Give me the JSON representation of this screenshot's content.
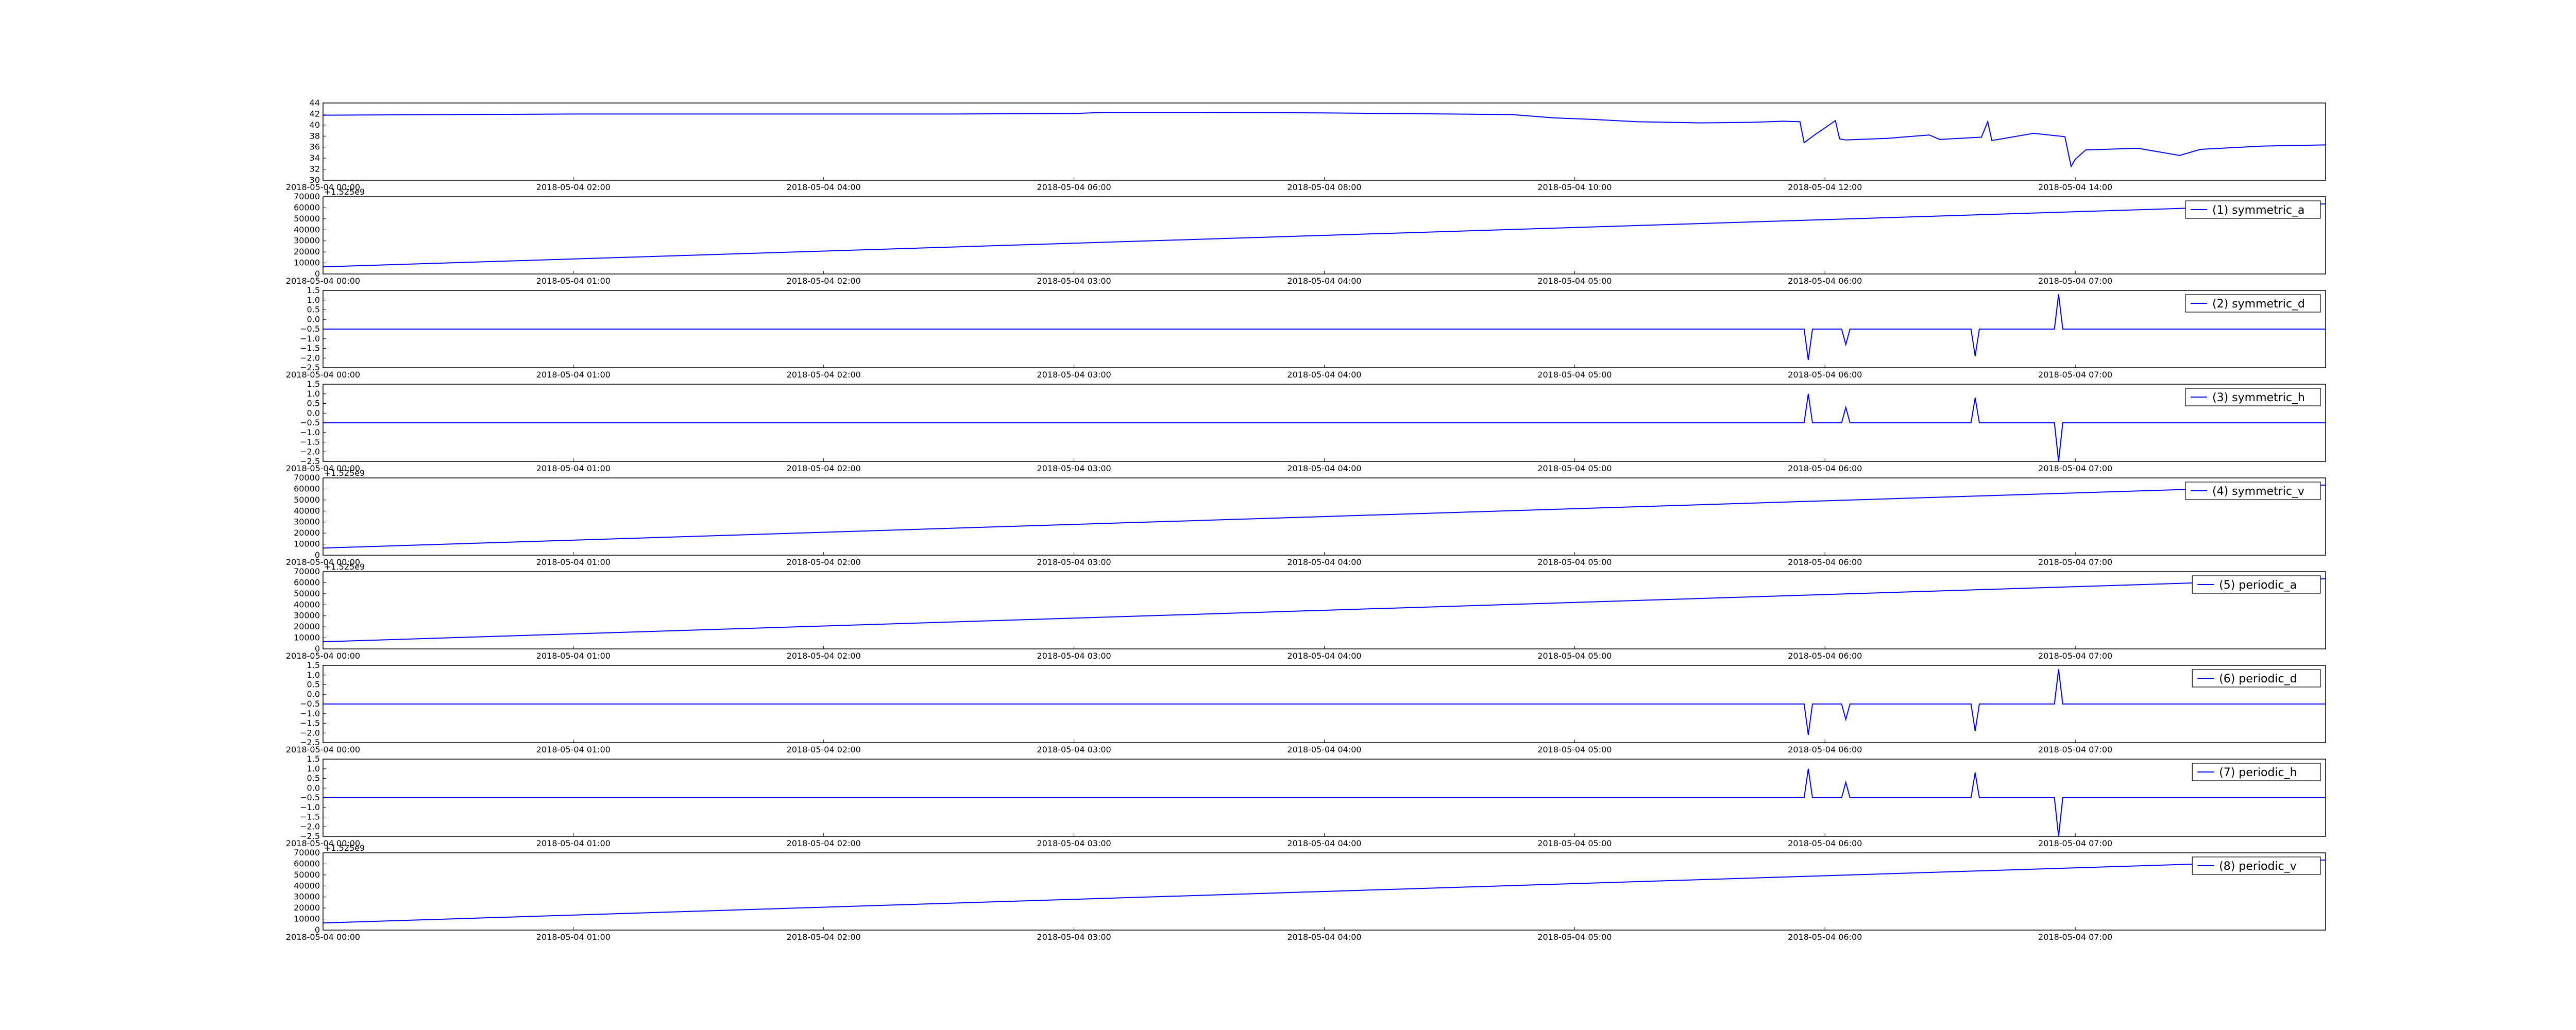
{
  "figure": {
    "background": "#ffffff",
    "line_color": "#0000ff"
  },
  "chart_data": [
    {
      "type": "line",
      "title": "",
      "xlabel": "",
      "ylabel": "",
      "x_ticks": [
        "2018-05-04 00:00",
        "2018-05-04 02:00",
        "2018-05-04 04:00",
        "2018-05-04 06:00",
        "2018-05-04 08:00",
        "2018-05-04 10:00",
        "2018-05-04 12:00",
        "2018-05-04 14:00"
      ],
      "xlim": [
        "2018-05-04 00:00",
        "2018-05-04 16:00"
      ],
      "ylim": [
        30,
        44
      ],
      "y_ticks": [
        "30",
        "32",
        "34",
        "36",
        "38",
        "40",
        "42",
        "44"
      ],
      "offset_text": "",
      "legend": "",
      "series": [
        {
          "x": [
            "2018-05-04 00:00",
            "2018-05-04 01:00",
            "2018-05-04 02:00",
            "2018-05-04 03:00",
            "2018-05-04 04:00",
            "2018-05-04 05:00",
            "2018-05-04 06:00",
            "2018-05-04 06:15",
            "2018-05-04 07:00",
            "2018-05-04 08:00",
            "2018-05-04 09:00",
            "2018-05-04 09:30",
            "2018-05-04 09:50",
            "2018-05-04 10:10",
            "2018-05-04 10:30",
            "2018-05-04 11:00",
            "2018-05-04 11:25",
            "2018-05-04 11:40",
            "2018-05-04 11:48",
            "2018-05-04 11:50",
            "2018-05-04 11:55",
            "2018-05-04 12:05",
            "2018-05-04 12:07",
            "2018-05-04 12:10",
            "2018-05-04 12:30",
            "2018-05-04 12:50",
            "2018-05-04 12:55",
            "2018-05-04 13:15",
            "2018-05-04 13:18",
            "2018-05-04 13:20",
            "2018-05-04 13:40",
            "2018-05-04 13:55",
            "2018-05-04 13:58",
            "2018-05-04 14:00",
            "2018-05-04 14:05",
            "2018-05-04 14:30",
            "2018-05-04 14:50",
            "2018-05-04 15:00",
            "2018-05-04 15:30",
            "2018-05-04 16:00"
          ],
          "y": [
            41.8,
            41.9,
            42.0,
            42.0,
            42.0,
            42.0,
            42.1,
            42.3,
            42.3,
            42.2,
            42.0,
            41.9,
            41.3,
            41.0,
            40.6,
            40.4,
            40.5,
            40.7,
            40.6,
            36.8,
            38.2,
            40.8,
            37.5,
            37.3,
            37.6,
            38.2,
            37.4,
            37.8,
            40.6,
            37.2,
            38.5,
            37.9,
            32.5,
            33.8,
            35.5,
            35.8,
            34.5,
            35.6,
            36.2,
            36.4
          ]
        }
      ]
    },
    {
      "type": "line",
      "title": "",
      "xlabel": "",
      "ylabel": "",
      "x_ticks": [
        "2018-05-04 00:00",
        "2018-05-04 01:00",
        "2018-05-04 02:00",
        "2018-05-04 03:00",
        "2018-05-04 04:00",
        "2018-05-04 05:00",
        "2018-05-04 06:00",
        "2018-05-04 07:00"
      ],
      "xlim": [
        "2018-05-04 00:00",
        "2018-05-04 08:00"
      ],
      "ylim": [
        0,
        70000
      ],
      "y_ticks": [
        "0",
        "10000",
        "20000",
        "30000",
        "40000",
        "50000",
        "60000",
        "70000"
      ],
      "offset_text": "+1.525e9",
      "legend": "(1) symmetric_a",
      "series": [
        {
          "name": "(1) symmetric_a",
          "x": [
            "2018-05-04 00:00",
            "2018-05-04 08:00"
          ],
          "y": [
            6500,
            63500
          ]
        }
      ]
    },
    {
      "type": "line",
      "title": "",
      "xlabel": "",
      "ylabel": "",
      "x_ticks": [
        "2018-05-04 00:00",
        "2018-05-04 01:00",
        "2018-05-04 02:00",
        "2018-05-04 03:00",
        "2018-05-04 04:00",
        "2018-05-04 05:00",
        "2018-05-04 06:00",
        "2018-05-04 07:00"
      ],
      "xlim": [
        "2018-05-04 00:00",
        "2018-05-04 08:00"
      ],
      "ylim": [
        -2.5,
        1.5
      ],
      "y_ticks": [
        "−2.5",
        "−2.0",
        "−1.5",
        "−1.0",
        "−0.5",
        "0.0",
        "0.5",
        "1.0",
        "1.5"
      ],
      "offset_text": "",
      "legend": "(2) symmetric_d",
      "series": [
        {
          "name": "(2) symmetric_d",
          "x": [
            "2018-05-04 00:00",
            "2018-05-04 05:00",
            "2018-05-04 05:55",
            "2018-05-04 05:56",
            "2018-05-04 05:57",
            "2018-05-04 06:04",
            "2018-05-04 06:05",
            "2018-05-04 06:06",
            "2018-05-04 06:35",
            "2018-05-04 06:36",
            "2018-05-04 06:37",
            "2018-05-04 06:55",
            "2018-05-04 06:56",
            "2018-05-04 06:57",
            "2018-05-04 08:00"
          ],
          "y": [
            -0.5,
            -0.5,
            -0.5,
            -2.1,
            -0.5,
            -0.5,
            -1.3,
            -0.5,
            -0.5,
            -1.9,
            -0.5,
            -0.5,
            1.3,
            -0.5,
            -0.5
          ]
        }
      ]
    },
    {
      "type": "line",
      "title": "",
      "xlabel": "",
      "ylabel": "",
      "x_ticks": [
        "2018-05-04 00:00",
        "2018-05-04 01:00",
        "2018-05-04 02:00",
        "2018-05-04 03:00",
        "2018-05-04 04:00",
        "2018-05-04 05:00",
        "2018-05-04 06:00",
        "2018-05-04 07:00"
      ],
      "xlim": [
        "2018-05-04 00:00",
        "2018-05-04 08:00"
      ],
      "ylim": [
        -2.5,
        1.5
      ],
      "y_ticks": [
        "−2.5",
        "−2.0",
        "−1.5",
        "−1.0",
        "−0.5",
        "0.0",
        "0.5",
        "1.0",
        "1.5"
      ],
      "offset_text": "",
      "legend": "(3) symmetric_h",
      "series": [
        {
          "name": "(3) symmetric_h",
          "x": [
            "2018-05-04 00:00",
            "2018-05-04 05:00",
            "2018-05-04 05:55",
            "2018-05-04 05:56",
            "2018-05-04 05:57",
            "2018-05-04 06:04",
            "2018-05-04 06:05",
            "2018-05-04 06:06",
            "2018-05-04 06:35",
            "2018-05-04 06:36",
            "2018-05-04 06:37",
            "2018-05-04 06:55",
            "2018-05-04 06:56",
            "2018-05-04 06:57",
            "2018-05-04 08:00"
          ],
          "y": [
            -0.5,
            -0.5,
            -0.5,
            1.0,
            -0.5,
            -0.5,
            0.3,
            -0.5,
            -0.5,
            0.8,
            -0.5,
            -0.5,
            -2.5,
            -0.5,
            -0.5
          ]
        }
      ]
    },
    {
      "type": "line",
      "title": "",
      "xlabel": "",
      "ylabel": "",
      "x_ticks": [
        "2018-05-04 00:00",
        "2018-05-04 01:00",
        "2018-05-04 02:00",
        "2018-05-04 03:00",
        "2018-05-04 04:00",
        "2018-05-04 05:00",
        "2018-05-04 06:00",
        "2018-05-04 07:00"
      ],
      "xlim": [
        "2018-05-04 00:00",
        "2018-05-04 08:00"
      ],
      "ylim": [
        0,
        70000
      ],
      "y_ticks": [
        "0",
        "10000",
        "20000",
        "30000",
        "40000",
        "50000",
        "60000",
        "70000"
      ],
      "offset_text": "+1.525e9",
      "legend": "(4) symmetric_v",
      "series": [
        {
          "name": "(4) symmetric_v",
          "x": [
            "2018-05-04 00:00",
            "2018-05-04 08:00"
          ],
          "y": [
            6500,
            63500
          ]
        }
      ]
    },
    {
      "type": "line",
      "title": "",
      "xlabel": "",
      "ylabel": "",
      "x_ticks": [
        "2018-05-04 00:00",
        "2018-05-04 01:00",
        "2018-05-04 02:00",
        "2018-05-04 03:00",
        "2018-05-04 04:00",
        "2018-05-04 05:00",
        "2018-05-04 06:00",
        "2018-05-04 07:00"
      ],
      "xlim": [
        "2018-05-04 00:00",
        "2018-05-04 08:00"
      ],
      "ylim": [
        0,
        70000
      ],
      "y_ticks": [
        "0",
        "10000",
        "20000",
        "30000",
        "40000",
        "50000",
        "60000",
        "70000"
      ],
      "offset_text": "+1.525e9",
      "legend": "(5) periodic_a",
      "series": [
        {
          "name": "(5) periodic_a",
          "x": [
            "2018-05-04 00:00",
            "2018-05-04 08:00"
          ],
          "y": [
            6500,
            63500
          ]
        }
      ]
    },
    {
      "type": "line",
      "title": "",
      "xlabel": "",
      "ylabel": "",
      "x_ticks": [
        "2018-05-04 00:00",
        "2018-05-04 01:00",
        "2018-05-04 02:00",
        "2018-05-04 03:00",
        "2018-05-04 04:00",
        "2018-05-04 05:00",
        "2018-05-04 06:00",
        "2018-05-04 07:00"
      ],
      "xlim": [
        "2018-05-04 00:00",
        "2018-05-04 08:00"
      ],
      "ylim": [
        -2.5,
        1.5
      ],
      "y_ticks": [
        "−2.5",
        "−2.0",
        "−1.5",
        "−1.0",
        "−0.5",
        "0.0",
        "0.5",
        "1.0",
        "1.5"
      ],
      "offset_text": "",
      "legend": "(6) periodic_d",
      "series": [
        {
          "name": "(6) periodic_d",
          "x": [
            "2018-05-04 00:00",
            "2018-05-04 05:00",
            "2018-05-04 05:55",
            "2018-05-04 05:56",
            "2018-05-04 05:57",
            "2018-05-04 06:04",
            "2018-05-04 06:05",
            "2018-05-04 06:06",
            "2018-05-04 06:35",
            "2018-05-04 06:36",
            "2018-05-04 06:37",
            "2018-05-04 06:55",
            "2018-05-04 06:56",
            "2018-05-04 06:57",
            "2018-05-04 08:00"
          ],
          "y": [
            -0.5,
            -0.5,
            -0.5,
            -2.1,
            -0.5,
            -0.5,
            -1.3,
            -0.5,
            -0.5,
            -1.9,
            -0.5,
            -0.5,
            1.3,
            -0.5,
            -0.5
          ]
        }
      ]
    },
    {
      "type": "line",
      "title": "",
      "xlabel": "",
      "ylabel": "",
      "x_ticks": [
        "2018-05-04 00:00",
        "2018-05-04 01:00",
        "2018-05-04 02:00",
        "2018-05-04 03:00",
        "2018-05-04 04:00",
        "2018-05-04 05:00",
        "2018-05-04 06:00",
        "2018-05-04 07:00"
      ],
      "xlim": [
        "2018-05-04 00:00",
        "2018-05-04 08:00"
      ],
      "ylim": [
        -2.5,
        1.5
      ],
      "y_ticks": [
        "−2.5",
        "−2.0",
        "−1.5",
        "−1.0",
        "−0.5",
        "0.0",
        "0.5",
        "1.0",
        "1.5"
      ],
      "offset_text": "",
      "legend": "(7) periodic_h",
      "series": [
        {
          "name": "(7) periodic_h",
          "x": [
            "2018-05-04 00:00",
            "2018-05-04 05:00",
            "2018-05-04 05:55",
            "2018-05-04 05:56",
            "2018-05-04 05:57",
            "2018-05-04 06:04",
            "2018-05-04 06:05",
            "2018-05-04 06:06",
            "2018-05-04 06:35",
            "2018-05-04 06:36",
            "2018-05-04 06:37",
            "2018-05-04 06:55",
            "2018-05-04 06:56",
            "2018-05-04 06:57",
            "2018-05-04 08:00"
          ],
          "y": [
            -0.5,
            -0.5,
            -0.5,
            1.0,
            -0.5,
            -0.5,
            0.3,
            -0.5,
            -0.5,
            0.8,
            -0.5,
            -0.5,
            -2.5,
            -0.5,
            -0.5
          ]
        }
      ]
    },
    {
      "type": "line",
      "title": "",
      "xlabel": "",
      "ylabel": "",
      "x_ticks": [
        "2018-05-04 00:00",
        "2018-05-04 01:00",
        "2018-05-04 02:00",
        "2018-05-04 03:00",
        "2018-05-04 04:00",
        "2018-05-04 05:00",
        "2018-05-04 06:00",
        "2018-05-04 07:00"
      ],
      "xlim": [
        "2018-05-04 00:00",
        "2018-05-04 08:00"
      ],
      "ylim": [
        0,
        70000
      ],
      "y_ticks": [
        "0",
        "10000",
        "20000",
        "30000",
        "40000",
        "50000",
        "60000",
        "70000"
      ],
      "offset_text": "+1.525e9",
      "legend": "(8) periodic_v",
      "series": [
        {
          "name": "(8) periodic_v",
          "x": [
            "2018-05-04 00:00",
            "2018-05-04 08:00"
          ],
          "y": [
            6500,
            63500
          ]
        }
      ]
    }
  ]
}
